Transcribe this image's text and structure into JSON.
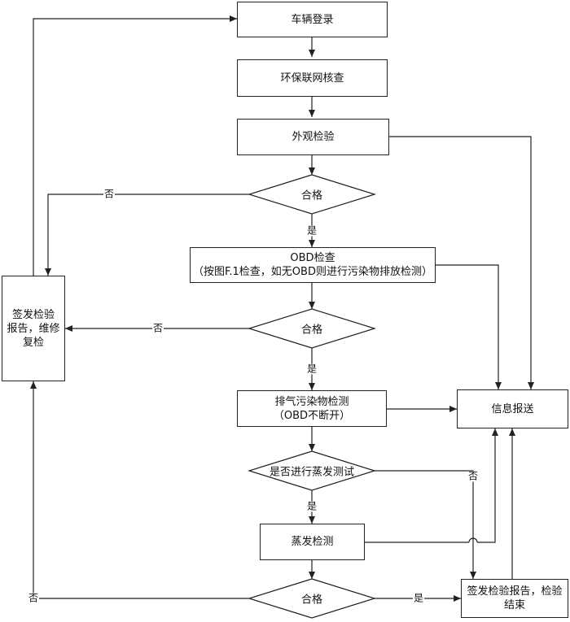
{
  "nodes": {
    "register": "车辆登录",
    "env_check": "环保联网核查",
    "appearance": "外观检验",
    "pass1": "合格",
    "obd_title": "OBD检查",
    "obd_sub": "（按图F.1检查，如无OBD则进行污染物排放检测）",
    "pass2": "合格",
    "exhaust_title": "排气污染物检测",
    "exhaust_sub": "（OBD不断开）",
    "evap_decision": "是否进行蒸发测试",
    "evap_test": "蒸发检测",
    "pass3": "合格",
    "repair_l1": "签发检验",
    "repair_l2": "报告，维修",
    "repair_l3": "复检",
    "info_report": "信息报送",
    "final_l1": "签发检验报告，检验",
    "final_l2": "结束"
  },
  "edge_labels": {
    "no1": "否",
    "yes1": "是",
    "no2": "否",
    "yes2": "是",
    "no_evap": "否",
    "yes_evap": "是",
    "no3": "否",
    "yes3": "是"
  }
}
